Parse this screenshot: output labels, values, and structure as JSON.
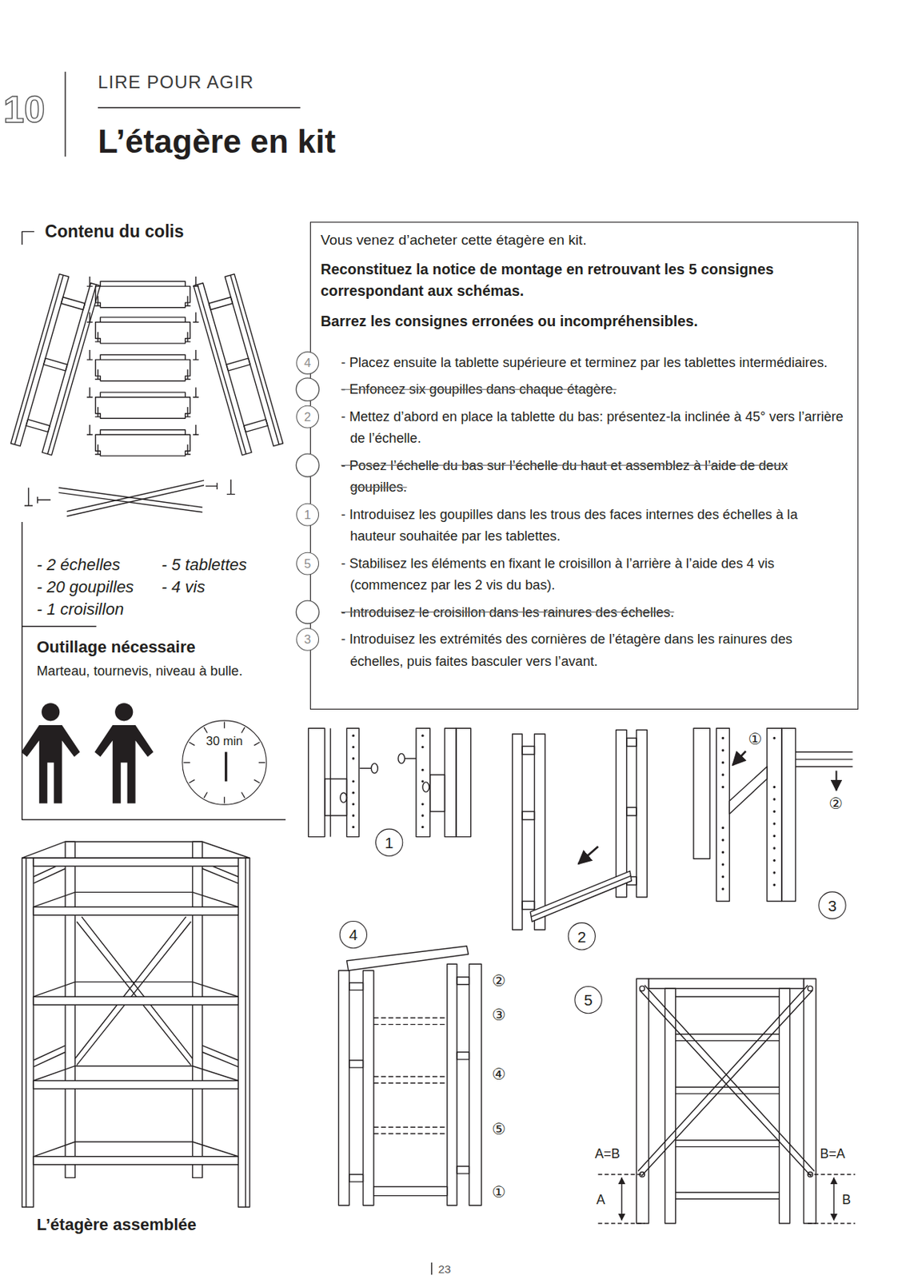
{
  "diagram": {
    "title": "L’étagère en kit",
    "nodes": [
      {
        "text": [
          "Vous venez d’acheter cette étagère en kit.",
          "Reconstituez la notice de montage en retrouvant les 5 consignes correspondant aux schémas.",
          "Barrez les consignes erronées ou incompréhensibles.",
          "- Placez ensuite la tablette supérieure et terminez par les tablettes intermédiaires.",
          "- Enfoncez six goupilles dans chaque étagère.",
          "- Mettez d’abord en place la tablette du bas: présentez-la inclinée à 45° vers l’arrière de l’échelle.",
          "- Posez l’échelle du bas sur l’échelle du haut et assemblez à l’aide de deux goupilles.",
          "- Introduisez les goupilles dans les trous des faces internes des échelles à la hauteur souhaitée par les tablettes.",
          "- Stabilisez les éléments en fixant le croisillon à l’arrière à l’aide des 4 vis (commencez par les 2 vis du bas).",
          "- Introduisez le croisillon dans les rainures des échelles.",
          "- Introduisez les extrémités des cornières de l’étagère dans les rainures des échelles, puis faites basculer vers l’avant."
        ]
      },
      {
        "text": [
          "4"
        ],
        "in": 0
      },
      {
        "text": [
          "2"
        ],
        "in": 0
      },
      {
        "text": [
          "1"
        ],
        "in": 0
      },
      {
        "text": [
          "5"
        ],
        "in": 0
      },
      {
        "text": [
          "3"
        ],
        "in": 0
      },
      {
        "text": [
          "30 min"
        ]
      },
      {
        "text": [
          "1"
        ]
      },
      {
        "text": [
          "2"
        ]
      },
      {
        "text": [
          "3"
        ]
      },
      {
        "text": [
          "4"
        ]
      },
      {
        "text": [
          "5"
        ]
      }
    ],
    "labels": [
      "10",
      "LIRE POUR AGIR",
      "Contenu du colis",
      "- 2 échelles",
      "- 5 tablettes",
      "- 20 goupilles",
      "- 4 vis",
      "- 1 croisillon",
      "Outillage nécessaire",
      "Marteau, tournevis, niveau à bulle.",
      "L’étagère assemblée",
      "①",
      "②",
      "②",
      "③",
      "④",
      "⑤",
      "①",
      "A=B",
      "B=A",
      "A",
      "B",
      "23"
    ]
  }
}
